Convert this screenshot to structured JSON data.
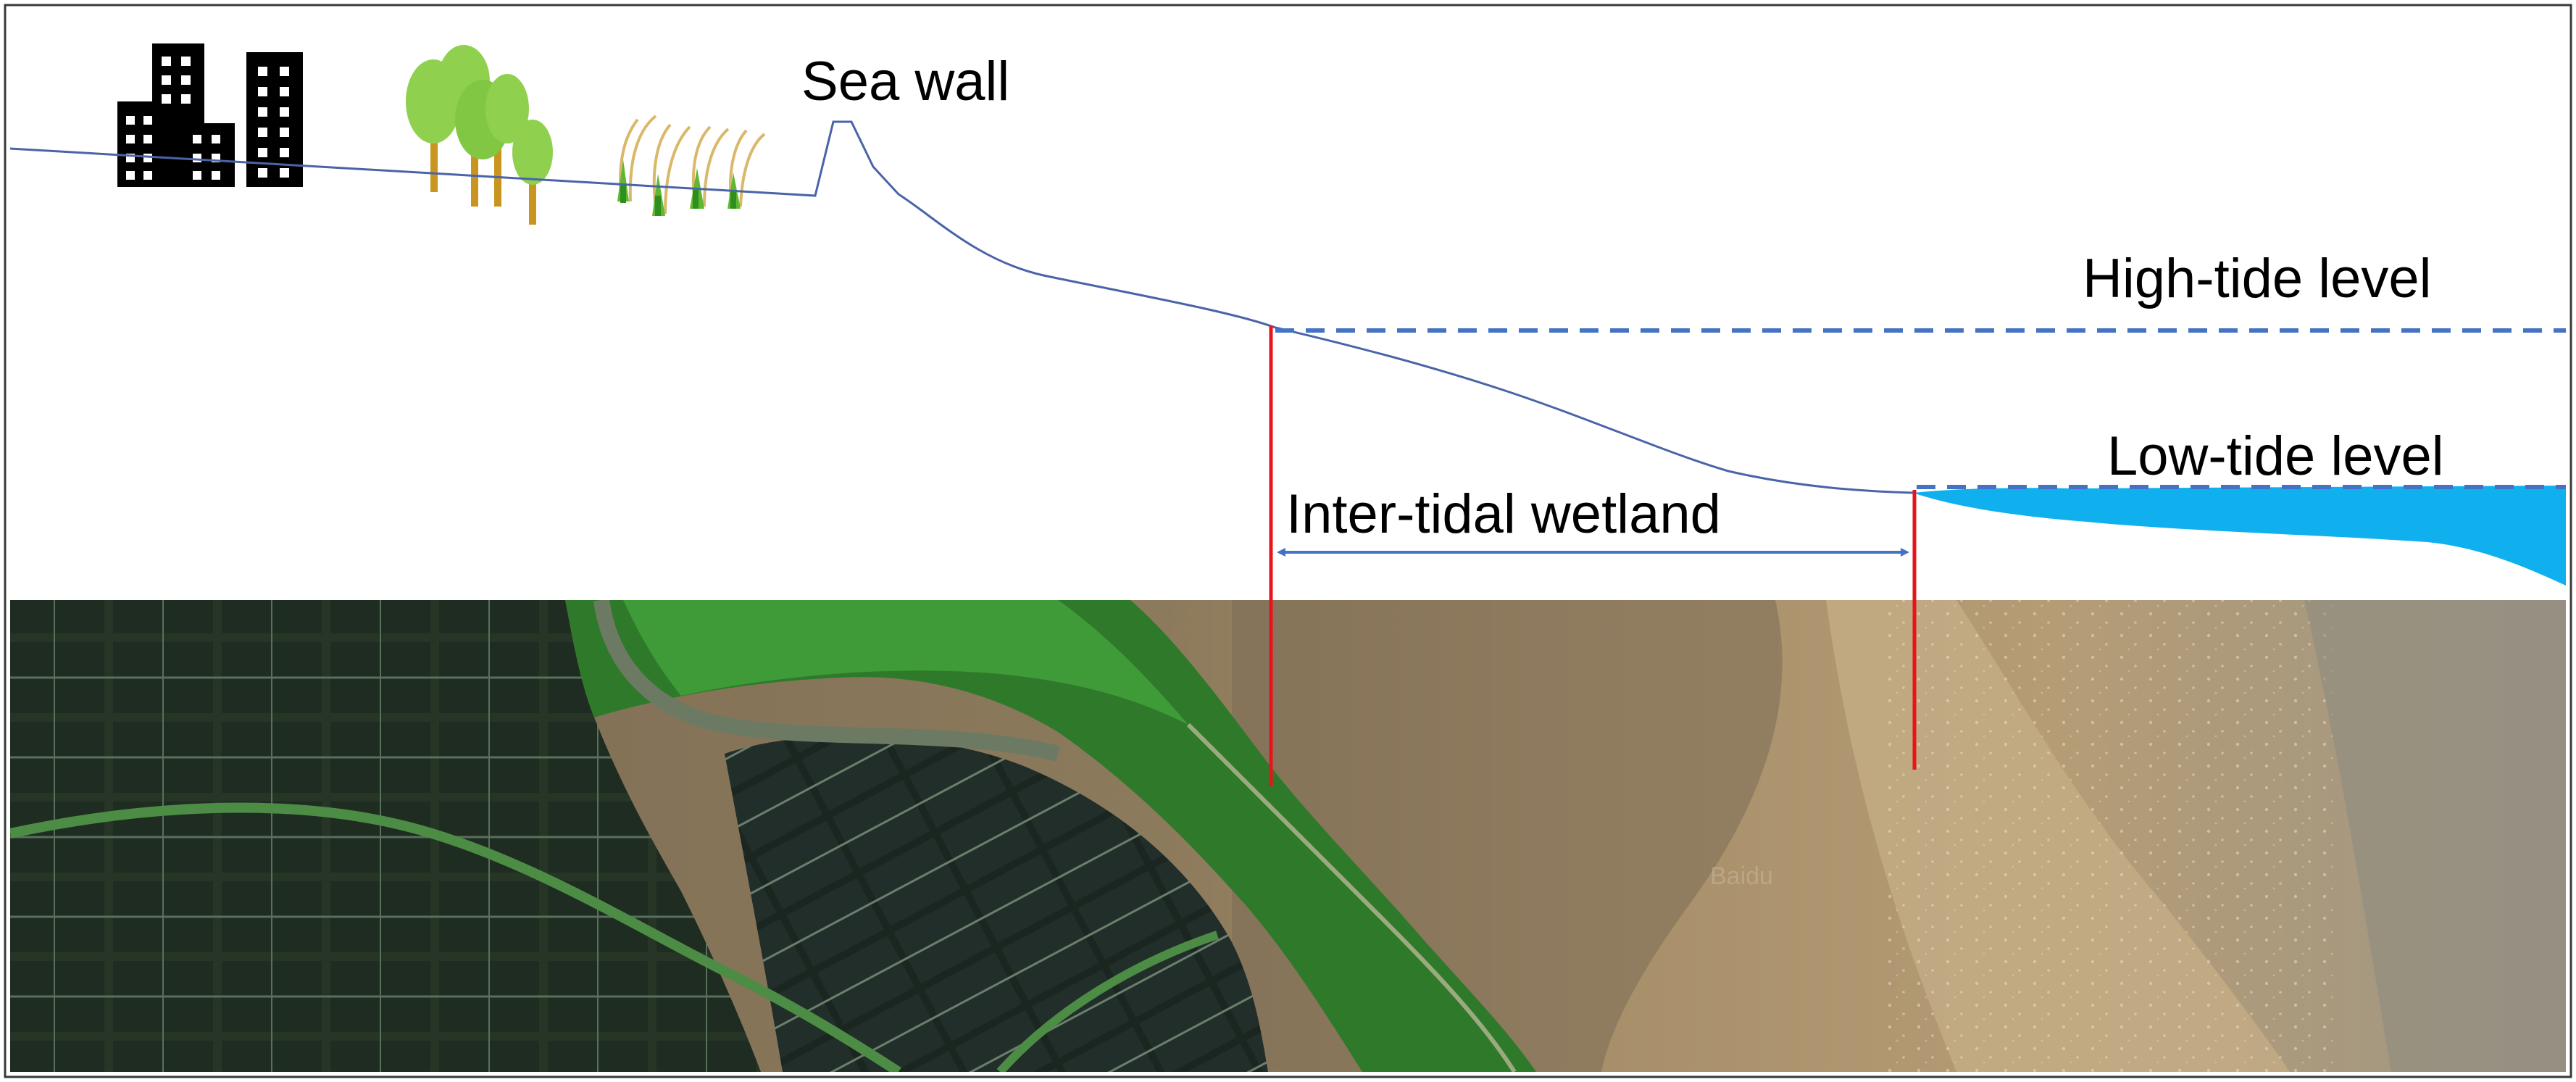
{
  "labels": {
    "sea_wall": "Sea wall",
    "high_tide": "High-tide level",
    "low_tide": "Low-tide level",
    "wetland": "Inter-tidal wetland"
  },
  "watermark": "Baidu",
  "icons": [
    "buildings-icon",
    "trees-icon",
    "reeds-icon"
  ],
  "colors": {
    "profile_line": "#4a64a8",
    "tide_dash": "#4472c4",
    "boundary": "#e8141c",
    "water": "#10b0ef",
    "arrow": "#4472c4",
    "tree": "#8fd14f",
    "trunk": "#c8961e"
  }
}
